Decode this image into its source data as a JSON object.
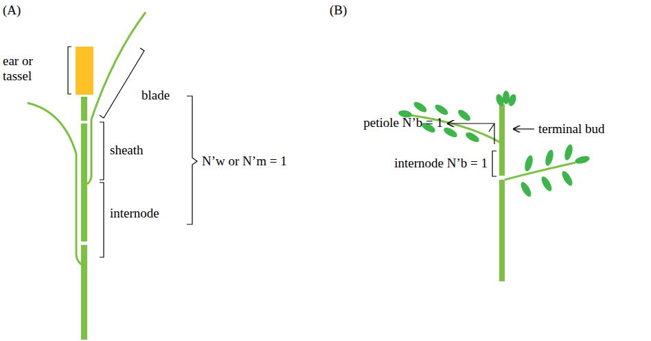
{
  "diagram": {
    "labels": [
      "(A)",
      "(B)",
      "ear or tassel",
      "blade",
      "sheath",
      "internode",
      "N’w or N’m = 1",
      "petiole N’b = 1",
      "terminal bud",
      "internode N’b = 1"
    ]
  }
}
